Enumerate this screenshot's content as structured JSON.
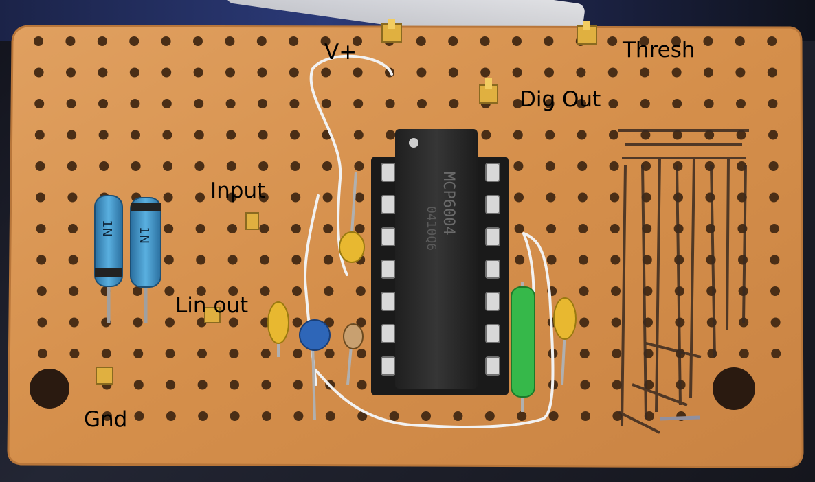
{
  "labels": {
    "v_plus": "V+",
    "thresh": "Thresh",
    "dig_out": "Dig Out",
    "input": "Input",
    "lin_out": "Lin out",
    "gnd": "Gnd"
  },
  "components": {
    "ic_marking_line1": "MCP6004",
    "ic_marking_line2": "0410Q6",
    "diode_marking": "1N"
  },
  "colors": {
    "board": "#d8944f",
    "board_edge": "#b8763a",
    "hole": "#5a3a1c",
    "ic_body": "#2b2b2b",
    "diode_body": "#3e8ec2",
    "capacitor_yellow": "#e8b830",
    "capacitor_blue": "#2e66b8",
    "inductor_green": "#36b84a",
    "wire_white": "#f0f0f0",
    "pin_gold": "#e0b040"
  }
}
